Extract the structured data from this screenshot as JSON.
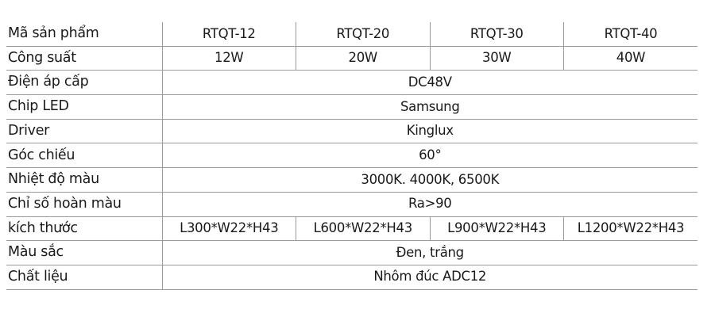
{
  "table": {
    "rows": [
      {
        "label": "Mã sản phẩm",
        "values": [
          "RTQT-12",
          "RTQT-20",
          "RTQT-30",
          "RTQT-40"
        ]
      },
      {
        "label": "Công suất",
        "values": [
          "12W",
          "20W",
          "30W",
          "40W"
        ]
      },
      {
        "label": "Điện áp cấp",
        "value": "DC48V"
      },
      {
        "label": "Chip LED",
        "value": "Samsung"
      },
      {
        "label": "Driver",
        "value": "Kinglux"
      },
      {
        "label": "Góc chiếu",
        "value": "60°"
      },
      {
        "label": "Nhiệt độ màu",
        "value": "3000K. 4000K, 6500K"
      },
      {
        "label": "Chỉ số hoàn màu",
        "value": "Ra>90"
      },
      {
        "label": "kích thước",
        "values": [
          "L300*W22*H43",
          "L600*W22*H43",
          "L900*W22*H43",
          "L1200*W22*H43"
        ]
      },
      {
        "label": "Màu sắc",
        "value": "Đen, trắng"
      },
      {
        "label": "Chất liệu",
        "value": "Nhôm đúc ADC12"
      }
    ]
  }
}
